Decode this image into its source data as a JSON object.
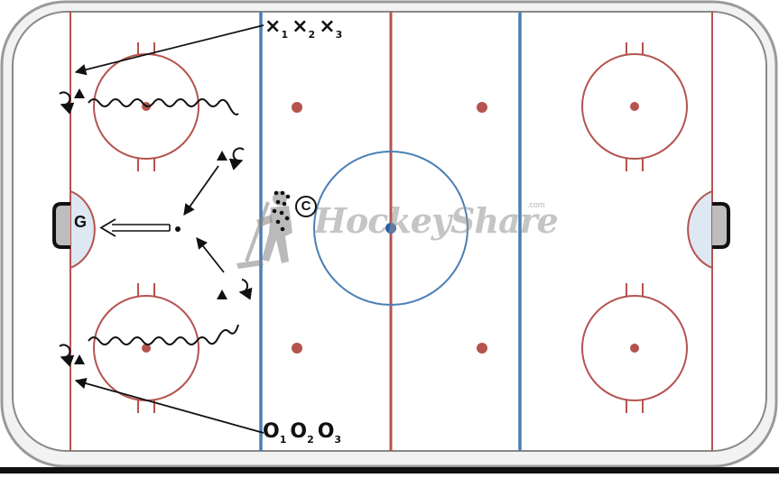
{
  "diagram": {
    "players_x": [
      "×",
      "1",
      "×",
      "2",
      "×",
      "3"
    ],
    "players_o": [
      "O",
      "1",
      "O",
      "2",
      "O",
      "3"
    ],
    "goalie_label": "G",
    "coach_label": "C",
    "watermark": "HockeyShare",
    "watermark_suffix": ".com"
  },
  "colors": {
    "red_line": "#b5534f",
    "blue_line": "#4a7fb5",
    "crease": "#dde8f3",
    "board": "#8a8a8a",
    "ink": "#111111"
  },
  "icons": [
    "net-icon",
    "faceoff-dot-icon",
    "pivot-icon",
    "skater-triangle-icon",
    "puck-icon",
    "hockey-player-silhouette-icon"
  ]
}
